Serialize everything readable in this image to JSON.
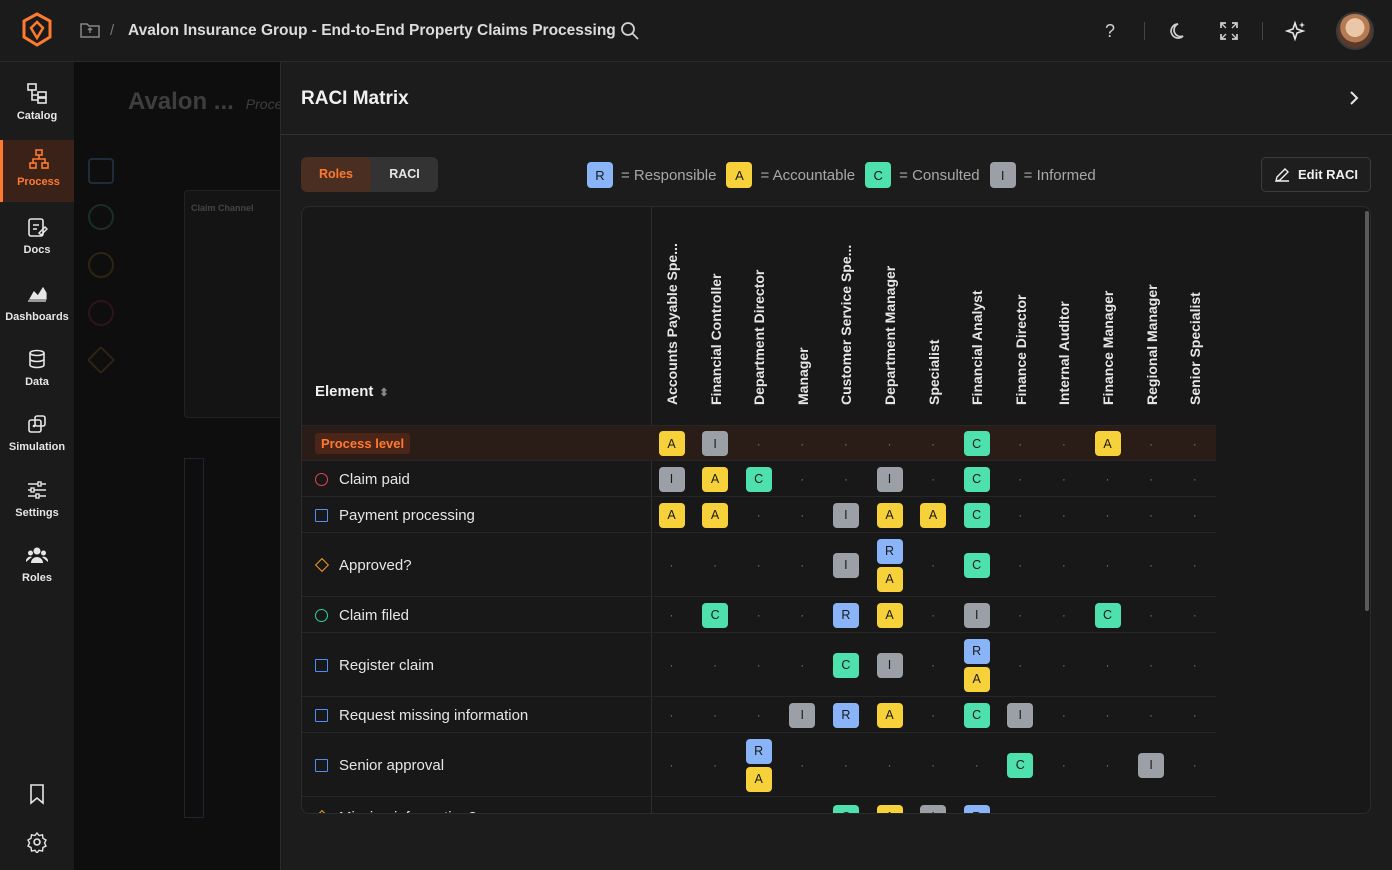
{
  "header": {
    "breadcrumb_title": "Avalon Insurance Group - End-to-End Property Claims Processing",
    "separator": "/"
  },
  "sidebar": {
    "items": [
      {
        "label": "Catalog",
        "icon": "catalog-icon"
      },
      {
        "label": "Process",
        "icon": "process-icon",
        "active": true
      },
      {
        "label": "Docs",
        "icon": "docs-icon"
      },
      {
        "label": "Dashboards",
        "icon": "dashboards-icon"
      },
      {
        "label": "Data",
        "icon": "database-icon"
      },
      {
        "label": "Simulation",
        "icon": "simulation-icon"
      },
      {
        "label": "Settings",
        "icon": "settings-sliders-icon"
      },
      {
        "label": "Roles",
        "icon": "roles-icon"
      }
    ]
  },
  "background": {
    "title": "Avalon ...",
    "subtitle": "Proce",
    "card_title": "Claim Channel"
  },
  "panel": {
    "title": "RACI Matrix",
    "tabs": [
      {
        "label": "Roles",
        "active": true
      },
      {
        "label": "RACI",
        "active": false
      }
    ],
    "edit_label": "Edit RACI",
    "legend": [
      {
        "code": "R",
        "text": "= Responsible"
      },
      {
        "code": "A",
        "text": "= Accountable"
      },
      {
        "code": "C",
        "text": "= Consulted"
      },
      {
        "code": "I",
        "text": "= Informed"
      }
    ],
    "element_header": "Element",
    "roles": [
      "Accounts Payable Spe...",
      "Financial Controller",
      "Department Director",
      "Manager",
      "Customer Service Spe...",
      "Department Manager",
      "Specialist",
      "Financial Analyst",
      "Finance Director",
      "Internal Auditor",
      "Finance Manager",
      "Regional Manager",
      "Senior Specialist"
    ],
    "rows": [
      {
        "label": "Process level",
        "type": "process",
        "cells": [
          "A",
          "I",
          "",
          "",
          "",
          "",
          "",
          "C",
          "",
          "",
          "A",
          "",
          ""
        ]
      },
      {
        "label": "Claim paid",
        "type": "end-event",
        "cells": [
          "I",
          "A",
          "C",
          "",
          "",
          "I",
          "",
          "C",
          "",
          "",
          "",
          "",
          ""
        ]
      },
      {
        "label": "Payment processing",
        "type": "task",
        "cells": [
          "A",
          "A",
          "",
          "",
          "I",
          "A",
          "A",
          "C",
          "",
          "",
          "",
          "",
          ""
        ]
      },
      {
        "label": "Approved?",
        "type": "gateway",
        "cells": [
          "",
          "",
          "",
          "",
          "I",
          "RA",
          "",
          "C",
          "",
          "",
          "",
          "",
          ""
        ]
      },
      {
        "label": "Claim filed",
        "type": "start-event",
        "cells": [
          "",
          "C",
          "",
          "",
          "R",
          "A",
          "",
          "I",
          "",
          "",
          "C",
          "",
          ""
        ]
      },
      {
        "label": "Register claim",
        "type": "task",
        "cells": [
          "",
          "",
          "",
          "",
          "C",
          "I",
          "",
          "RA",
          "",
          "",
          "",
          "",
          ""
        ]
      },
      {
        "label": "Request missing information",
        "type": "task",
        "cells": [
          "",
          "",
          "",
          "I",
          "R",
          "A",
          "",
          "C",
          "I",
          "",
          "",
          "",
          ""
        ]
      },
      {
        "label": "Senior approval",
        "type": "task",
        "cells": [
          "",
          "",
          "RA",
          "",
          "",
          "",
          "",
          "",
          "C",
          "",
          "",
          "I",
          ""
        ]
      },
      {
        "label": "Missing information?",
        "type": "gateway",
        "cells": [
          "",
          "",
          "",
          "",
          "C",
          "A",
          "I",
          "R",
          "",
          "",
          "",
          "",
          ""
        ]
      }
    ]
  },
  "colors": {
    "accent": "#ff7a2f",
    "responsible": "#8ab4f8",
    "accountable": "#f7d13a",
    "consulted": "#4ee0ad",
    "informed": "#9aa0a6"
  }
}
